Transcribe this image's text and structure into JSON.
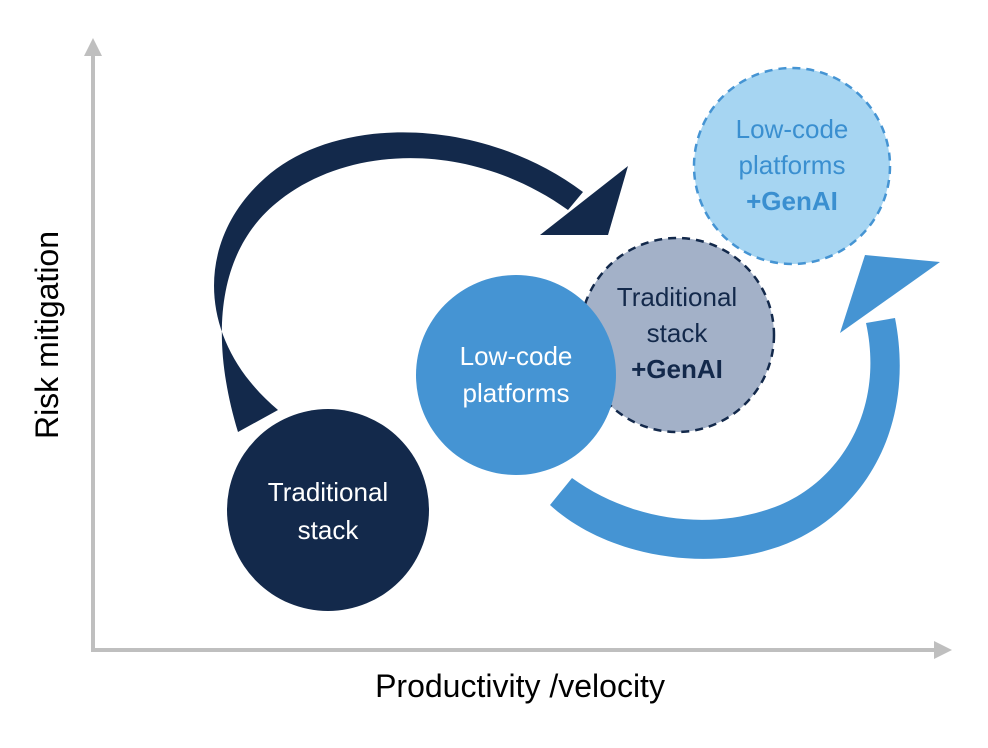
{
  "axes": {
    "x_label": "Productivity /velocity",
    "y_label": "Risk mitigation"
  },
  "colors": {
    "axis": "#bfbfbf",
    "dark_navy": "#13294b",
    "medium_blue": "#4594d3",
    "gray_blue": "#a3b1c8",
    "light_blue": "#a6d5f2",
    "light_text": "#3a8fd0"
  },
  "bubbles": {
    "traditional_stack": {
      "line1": "Traditional",
      "line2": "stack"
    },
    "low_code": {
      "line1": "Low-code",
      "line2": "platforms"
    },
    "traditional_genai": {
      "line1": "Traditional",
      "line2": "stack",
      "line3": "+GenAI"
    },
    "low_code_genai": {
      "line1": "Low-code",
      "line2": "platforms",
      "line3": "+GenAI"
    }
  }
}
